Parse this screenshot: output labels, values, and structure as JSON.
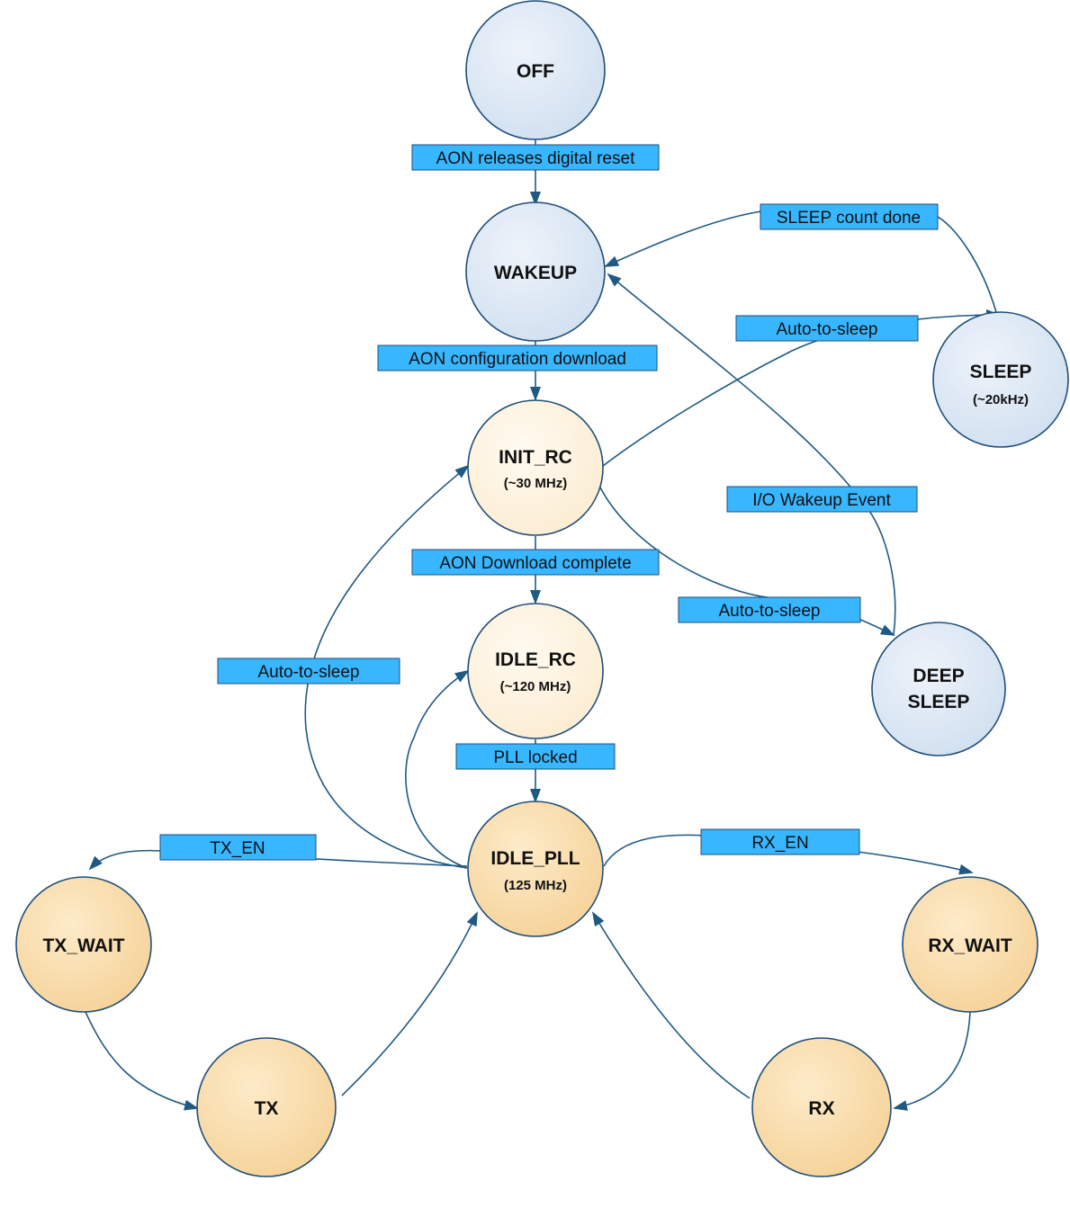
{
  "states": {
    "off": {
      "name": "OFF"
    },
    "wakeup": {
      "name": "WAKEUP"
    },
    "sleep": {
      "name": "SLEEP",
      "sub": "(~20kHz)"
    },
    "init_rc": {
      "name": "INIT_RC",
      "sub": "(~30 MHz)"
    },
    "idle_rc": {
      "name": "IDLE_RC",
      "sub": "(~120 MHz)"
    },
    "deep_sleep": {
      "name": "DEEP",
      "name2": "SLEEP"
    },
    "idle_pll": {
      "name": "IDLE_PLL",
      "sub": "(125 MHz)"
    },
    "tx_wait": {
      "name": "TX_WAIT"
    },
    "rx_wait": {
      "name": "RX_WAIT"
    },
    "tx": {
      "name": "TX"
    },
    "rx": {
      "name": "RX"
    }
  },
  "transitions": {
    "off_to_wakeup": "AON releases digital reset",
    "sleep_to_wakeup": "SLEEP count done",
    "init_to_sleep": "Auto-to-sleep",
    "wakeup_to_init": "AON configuration download",
    "deep_to_wakeup": "I/O Wakeup Event",
    "init_to_idle": "AON Download complete",
    "init_to_deep": "Auto-to-sleep",
    "pll_to_init": "Auto-to-sleep",
    "idle_to_pll": "PLL locked",
    "pll_to_txwait": "TX_EN",
    "pll_to_rxwait": "RX_EN"
  },
  "colors": {
    "arrow": "#1f5a82",
    "label_fill": "#38b6ff",
    "state_blue": "#dae6f3",
    "state_cream": "#fdf3de",
    "state_orange": "#f8dca6"
  }
}
